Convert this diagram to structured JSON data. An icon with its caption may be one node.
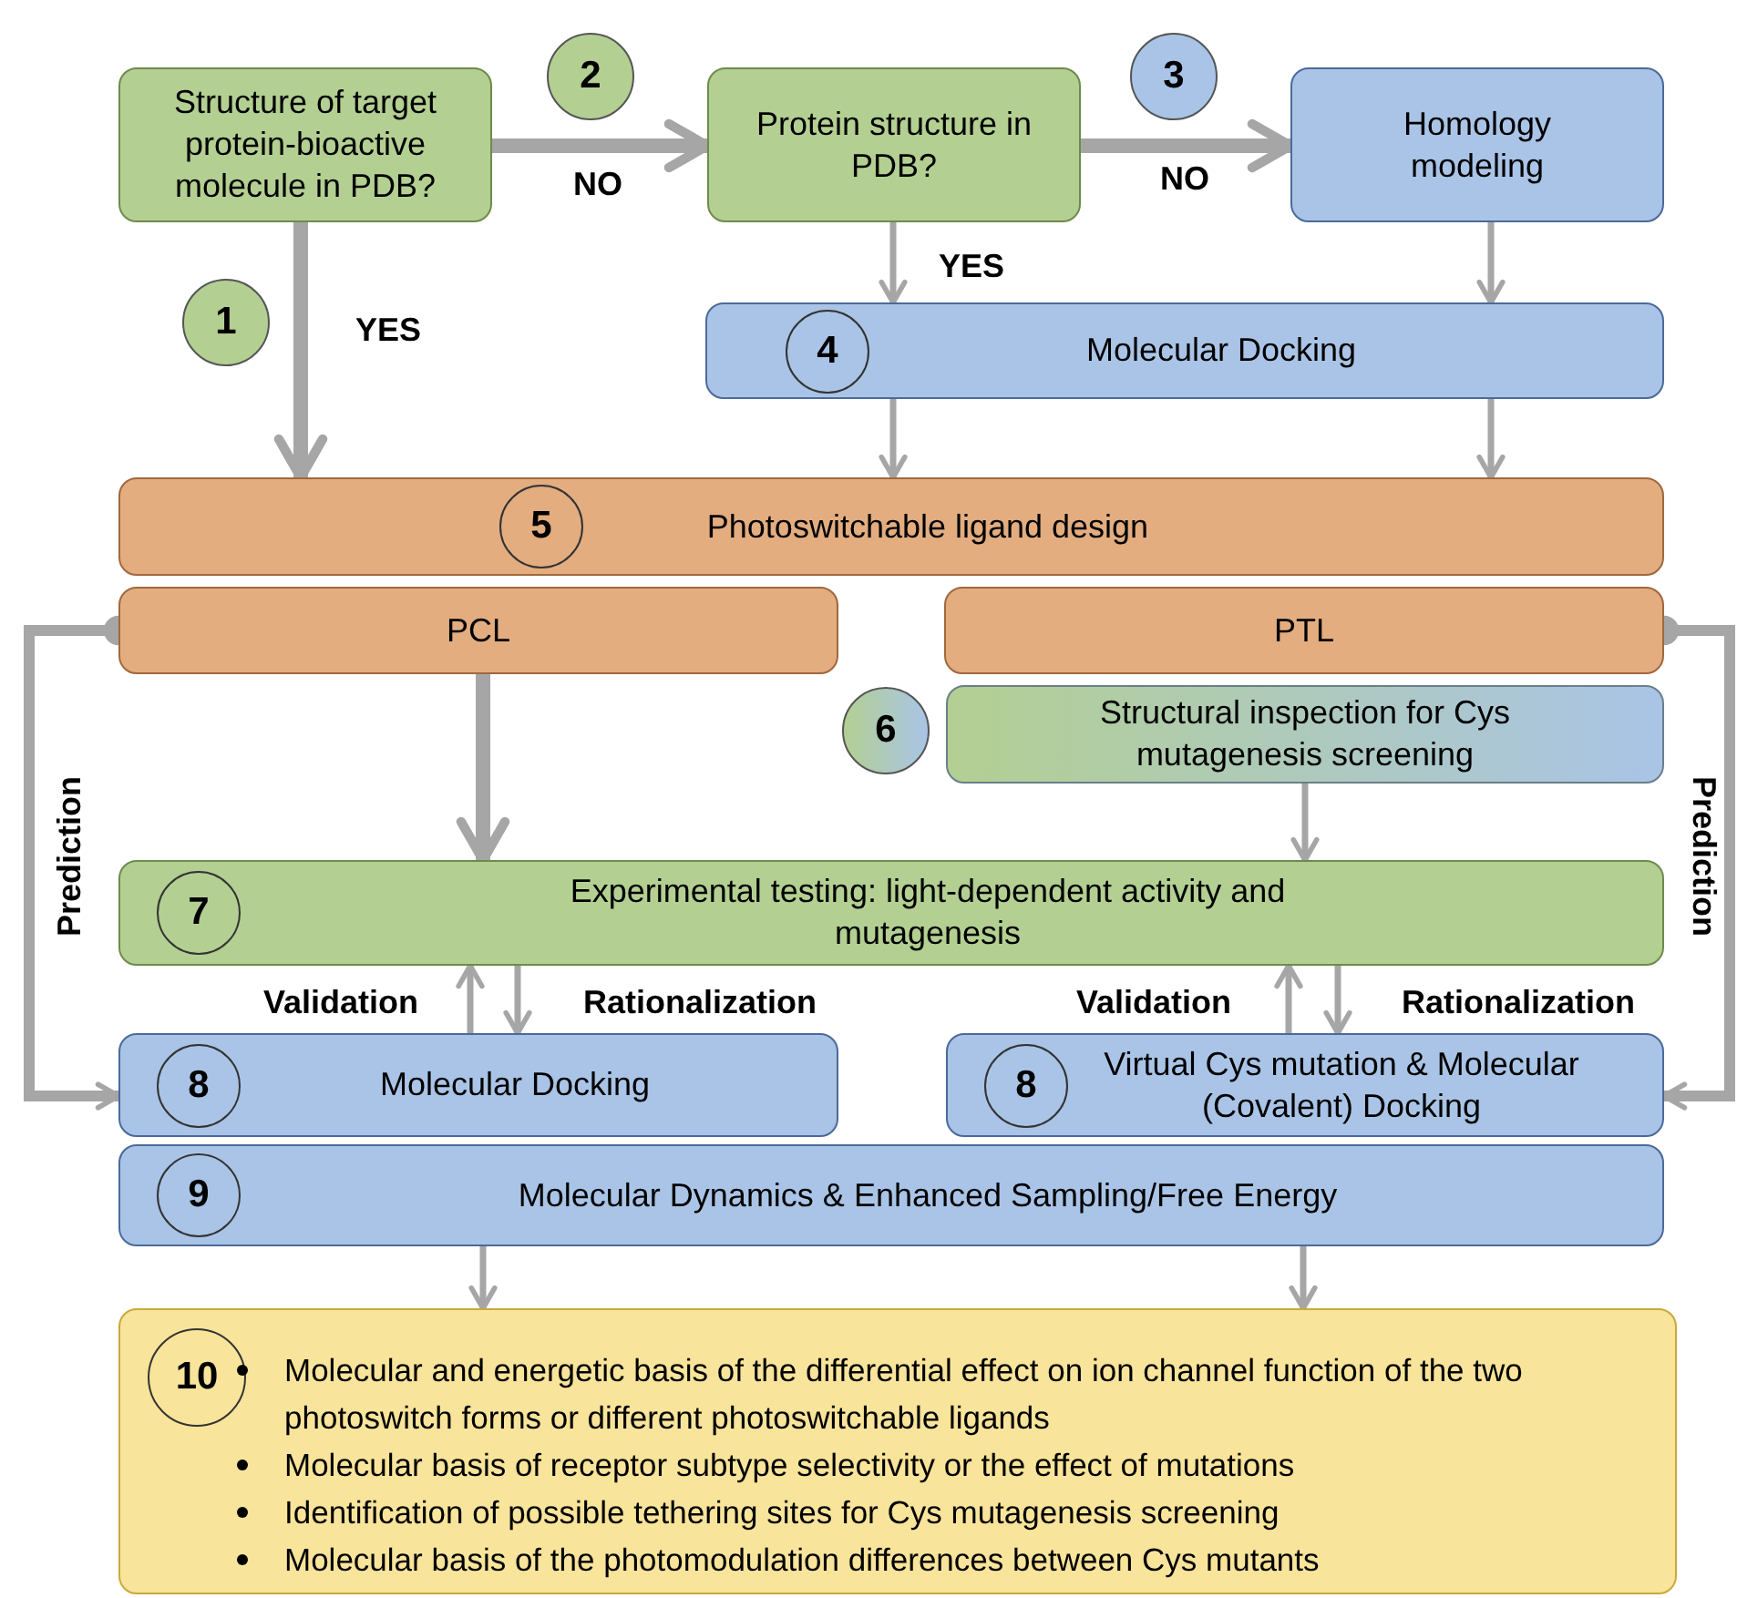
{
  "diagram": {
    "nodes": [
      {
        "text": [
          "Structure of target protein-bioactive molecule in PDB?"
        ]
      },
      {
        "text": [
          "2"
        ]
      },
      {
        "text": [
          "Protein structure in PDB?"
        ]
      },
      {
        "text": [
          "3"
        ]
      },
      {
        "text": [
          "Homology modeling"
        ]
      },
      {
        "text": [
          "1"
        ]
      },
      {
        "text": [
          "Molecular Docking"
        ]
      },
      {
        "text": [
          "4"
        ],
        "in": 6
      },
      {
        "text": [
          "Photoswitchable ligand design"
        ]
      },
      {
        "text": [
          "5"
        ],
        "in": 8
      },
      {
        "text": [
          "PCL"
        ]
      },
      {
        "text": [
          "PTL"
        ]
      },
      {
        "text": [
          "6"
        ]
      },
      {
        "text": [
          "Structural inspection for Cys mutagenesis screening"
        ]
      },
      {
        "text": [
          "Experimental testing: light-dependent activity and mutagenesis"
        ]
      },
      {
        "text": [
          "7"
        ],
        "in": 14
      },
      {
        "text": [
          "Molecular Docking"
        ]
      },
      {
        "text": [
          "8"
        ],
        "in": 16
      },
      {
        "text": [
          "Virtual Cys mutation & Molecular (Covalent) Docking"
        ]
      },
      {
        "text": [
          "8"
        ],
        "in": 18
      },
      {
        "text": [
          "Molecular Dynamics & Enhanced Sampling/Free Energy"
        ]
      },
      {
        "text": [
          "9"
        ],
        "in": 20
      },
      {
        "text": [
          "Molecular and energetic basis of the differential effect on ion channel function of the two photoswitch forms or different photoswitchable ligands",
          "Molecular basis of receptor subtype selectivity or the effect of mutations",
          "Identification of possible tethering sites for Cys mutagenesis screening",
          "Molecular basis of the photomodulation differences between Cys mutants"
        ]
      },
      {
        "text": [
          "10"
        ],
        "in": 22
      }
    ],
    "edges": [
      {
        "from": 0,
        "to": 2,
        "arrow": "to",
        "label": "NO",
        "style": "thick"
      },
      {
        "from": 2,
        "to": 4,
        "arrow": "to",
        "label": "NO",
        "style": "thick"
      },
      {
        "from": 0,
        "to": 8,
        "arrow": "to",
        "label": "YES",
        "style": "thick"
      },
      {
        "from": 2,
        "to": 6,
        "arrow": "to",
        "label": "YES"
      },
      {
        "from": 4,
        "to": 6,
        "arrow": "to"
      },
      {
        "from": 6,
        "to": 8,
        "arrow": "to"
      },
      {
        "from": 6,
        "to": 8,
        "arrow": "to"
      },
      {
        "from": 10,
        "to": 14,
        "arrow": "to",
        "style": "thick"
      },
      {
        "from": 13,
        "to": 14,
        "arrow": "to"
      },
      {
        "from": 16,
        "to": 14,
        "arrow": "to",
        "label": "Validation"
      },
      {
        "from": 14,
        "to": 16,
        "arrow": "to",
        "label": "Rationalization"
      },
      {
        "from": 18,
        "to": 14,
        "arrow": "to",
        "label": "Validation"
      },
      {
        "from": 14,
        "to": 18,
        "arrow": "to",
        "label": "Rationalization"
      },
      {
        "from": 10,
        "to": 16,
        "arrow": "to",
        "label": "Prediction"
      },
      {
        "from": 11,
        "to": 18,
        "arrow": "to",
        "label": "Prediction"
      },
      {
        "from": 20,
        "to": 22,
        "arrow": "to"
      },
      {
        "from": 20,
        "to": 22,
        "arrow": "to"
      }
    ]
  }
}
